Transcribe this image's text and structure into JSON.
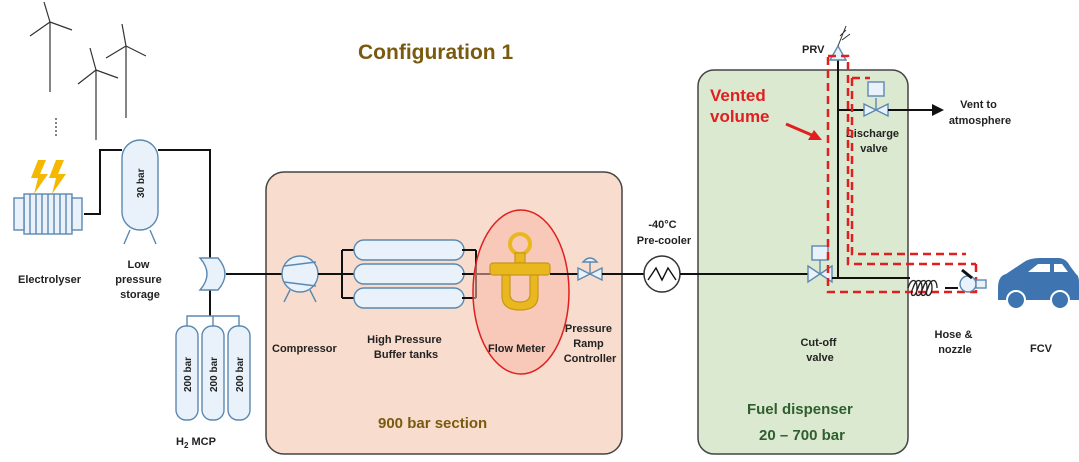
{
  "title": "Configuration 1",
  "colors": {
    "title": "#7a5a10",
    "section_900_fill": "#f8dccd",
    "dispenser_fill": "#dbe9d0",
    "equipment_stroke": "#5b88b0",
    "flow_meter": "#e8b81e",
    "highlight_red": "#e02020",
    "car": "#3e75b0",
    "lightning": "#f5b700"
  },
  "labels": {
    "electrolyser": "Electrolyser",
    "low_pressure_storage": [
      "Low",
      "pressure",
      "storage"
    ],
    "lp_tank_pressure": "30 bar",
    "mcp_cylinder_pressure": "200 bar",
    "mcp_label_h": "H",
    "mcp_label_sub": "2",
    "mcp_label_rest": " MCP",
    "compressor": "Compressor",
    "buffer_tanks": [
      "High Pressure",
      "Buffer tanks"
    ],
    "flow_meter": "Flow Meter",
    "pressure_ramp": [
      "Pressure",
      "Ramp",
      "Controller"
    ],
    "precooler": [
      "-40°C",
      "Pre-cooler"
    ],
    "prv": "PRV",
    "vented_volume": [
      "Vented",
      "volume"
    ],
    "vent_to_atmosphere": [
      "Vent to",
      "atmosphere"
    ],
    "discharge_valve": [
      "Discharge",
      "valve"
    ],
    "cutoff_valve": [
      "Cut-off",
      "valve"
    ],
    "hose_nozzle": [
      "Hose &",
      "nozzle"
    ],
    "fcv": "FCV",
    "section_900": "900 bar section",
    "fuel_dispenser": [
      "Fuel dispenser",
      "20 – 700 bar"
    ]
  }
}
